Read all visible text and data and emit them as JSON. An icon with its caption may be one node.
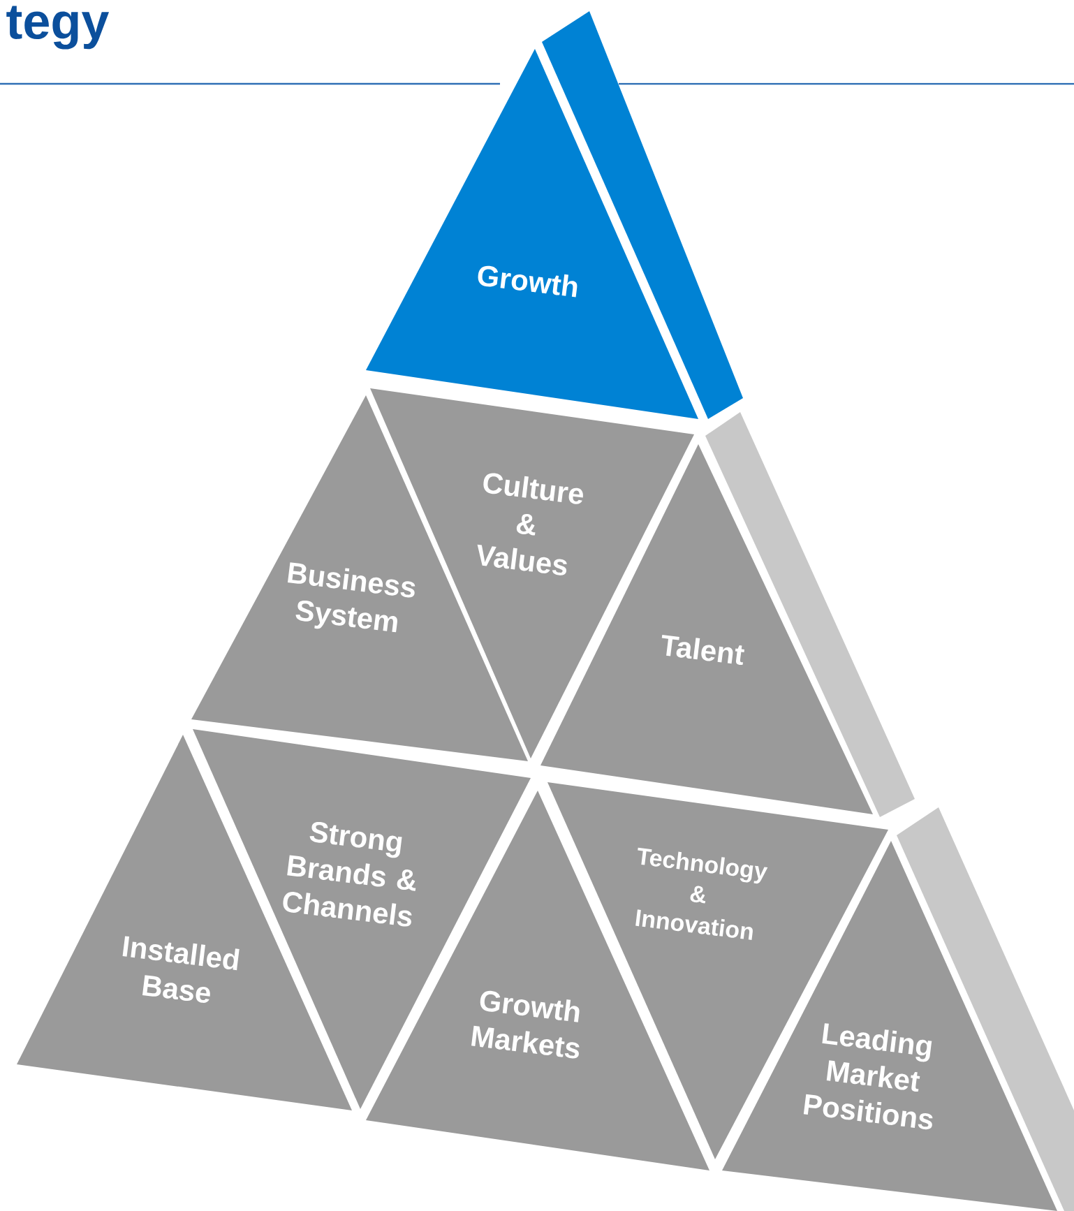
{
  "diagram": {
    "title": "tegy",
    "nodes": [
      {
        "text": [
          "Growth"
        ]
      },
      {
        "text": [
          "Business System"
        ]
      },
      {
        "text": [
          "Culture & Values"
        ]
      },
      {
        "text": [
          "Talent"
        ]
      },
      {
        "text": [
          "Installed Base"
        ]
      },
      {
        "text": [
          "Strong Brands & Channels"
        ]
      },
      {
        "text": [
          "Growth Markets"
        ]
      },
      {
        "text": [
          "Technology & Innovation"
        ]
      },
      {
        "text": [
          "Leading Market Positions"
        ]
      }
    ],
    "edges": []
  }
}
